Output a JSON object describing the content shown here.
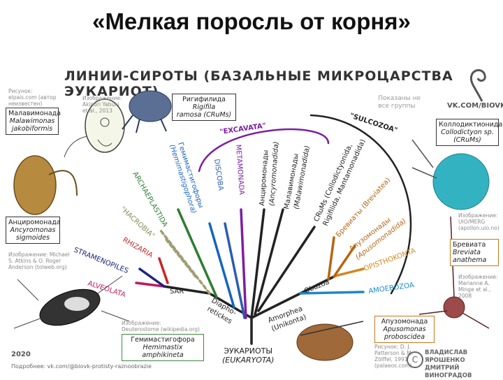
{
  "slide_title": "«Мелкая поросль от корня»",
  "poster": {
    "title": "ЛИНИИ-СИРОТЫ (БАЗАЛЬНЫЕ МИКРОЦАРСТВА ЭУКАРИОТ)",
    "note_line1": "Показаны не",
    "note_line2": "все группы",
    "vk": "VK.COM/BIOVK",
    "year": "2020",
    "more": "Подробнее: vk.com/@biovk-protisty-raznoobrazie",
    "authors_line1": "ВЛАДИСЛАВ ЯРОШЕНКО",
    "authors_line2": "ДМИТРИЙ ВИНОГРАДОВ",
    "copyright": "С"
  },
  "root": {
    "line1": "ЭУКАРИОТЫ",
    "line2": "(EUKARYOTA)"
  },
  "clades": {
    "alveolata": "ALVEOLATA",
    "stramenopiles": "STRAMENOPILES",
    "rhizaria": "RHIZARIA",
    "hacrobia": "\"HACROBIA\"",
    "sar": "SAR",
    "archaeplastida": "ARCHAEPLASTIDA",
    "hemimastigophora_ru": "Гемимастигофоры",
    "hemimastigophora_lat": "(Hemimastigophora)",
    "discoba": "DISCOBA",
    "metamonada": "METAMONADA",
    "excavata": "\"EXCAVATA\"",
    "ancyro_ru": "Анциромонады",
    "ancyro_lat": "(Ancyromonadida)",
    "malawi_ru": "Малавимонады",
    "malawi_lat": "(Malawimonadida)",
    "crums_1": "CRuMs (Collodictyonida,",
    "crums_2": "Rigifilida, Mantamonadida)",
    "sulcozoa": "\"SULCOZOA\"",
    "breviata": "Бревиаты (Breviatea)",
    "apuso_ru": "Апузомонады",
    "apuso_lat": "(Apusomonadida)",
    "opisthokonta": "OPISTHOKONTA",
    "amoebozoa": "AMOEBOZOA",
    "obazoa": "Obazoa",
    "amorphea_1": "Amorphea",
    "amorphea_2": "(Unikonta)",
    "diaph_1": "Diapho-",
    "diaph_2": "retickes"
  },
  "boxes": {
    "malawimonas": {
      "ru": "Малавимонада",
      "lat1": "Malawimonas",
      "lat2": "jakobiformis"
    },
    "rigifila": {
      "ru": "Ригифилида",
      "lat1": "Rigifila",
      "lat2": "ramosa (CRuMs)"
    },
    "collodictyon": {
      "ru": "Коллодиктионида",
      "lat1": "Collodictyon sp.",
      "lat2": "(CRuMs)"
    },
    "ancyromonas": {
      "ru": "Анциромонада",
      "lat1": "Ancyromonas",
      "lat2": "sigmoides"
    },
    "breviata": {
      "ru": "Бревиата",
      "lat1": "Breviata",
      "lat2": "anathema"
    },
    "apusomonas": {
      "ru": "Апузомонада",
      "lat1": "Apusomonas",
      "lat2": "proboscidea"
    },
    "hemimastix": {
      "ru": "Гемимастигофора",
      "lat1": "Hemimastix amphikineta"
    }
  },
  "credits": {
    "c1": [
      "Рисунок:",
      "elpais.com (автор",
      "неизвестен)"
    ],
    "c2": [
      "Изображение:",
      "Akinori Yabuki",
      "et al., 2013"
    ],
    "c3": [
      "Изображение:",
      "UIO/MERG",
      "(apollon.uio.no)"
    ],
    "c4": [
      "Изображение: Michael",
      "S. Atkins & O. Roger",
      "Anderson (tolweb.org)"
    ],
    "c5": [
      "Изображение:",
      "Marianne A.",
      "Minge et al.,",
      "2008"
    ],
    "c6": [
      "Изображение:",
      "Deuterostome (wikipedia.org)"
    ],
    "c7": [
      "Рисунок: D. J.",
      "Patterson & M.",
      "Zölffel, 1991",
      "(palaeos.com)"
    ]
  },
  "colors": {
    "alveolata": "#c2185b",
    "stramenopiles": "#1a237e",
    "rhizaria": "#c62828",
    "hacrobia": "#9e9e73",
    "archaeplastida": "#2e7d32",
    "hemimastigophora": "#1565c0",
    "discoba": "#2a5db0",
    "metamonada": "#7b1fa2",
    "excavata": "#7b1fa2",
    "black": "#222222",
    "breviata": "#b8650f",
    "opisthokonta": "#d4861d",
    "amoebozoa": "#1e88c8"
  }
}
